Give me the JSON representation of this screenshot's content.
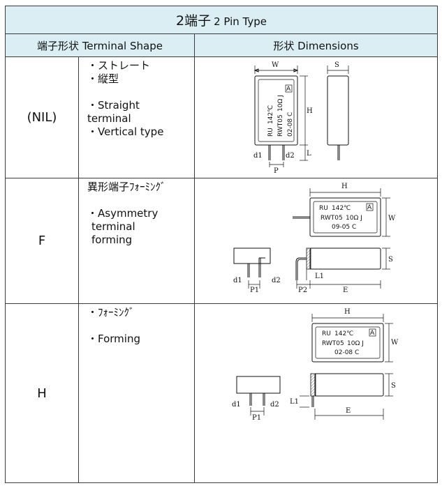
{
  "title": {
    "jp": "2端子",
    "en": "2 Pin Type"
  },
  "headers": {
    "terminal_shape": "端子形状 Terminal Shape",
    "dimensions": "形状 Dimensions"
  },
  "rows": [
    {
      "code": "(NIL)",
      "jp_lines": [
        "・ストレート",
        "・縦型"
      ],
      "en_lines": [
        "・Straight",
        "terminal",
        "・Vertical type"
      ],
      "dim_labels": {
        "w": "W",
        "s": "S",
        "h": "H",
        "l": "L",
        "d1": "d1",
        "d2": "d2",
        "p": "P"
      },
      "marking": {
        "temp": "142℃",
        "box": "A",
        "model": "RWT05",
        "value": "10Ω J",
        "date": "02-08 C"
      }
    },
    {
      "code": "F",
      "jp_lines": [
        "異形端子ﾌｫｰﾐﾝｸﾞ"
      ],
      "en_lines": [
        "・Asymmetry",
        " terminal",
        " forming"
      ],
      "dim_labels": {
        "h": "H",
        "w": "W",
        "s": "S",
        "l1": "L1",
        "e": "E",
        "d1": "d1",
        "d2": "d2",
        "p1": "P1",
        "p2": "P2"
      },
      "marking": {
        "temp": "142℃",
        "box": "A",
        "model": "RWT05",
        "value": "10Ω J",
        "date": "09-05 C"
      }
    },
    {
      "code": "H",
      "jp_lines": [
        "・ﾌｫｰﾐﾝｸﾞ"
      ],
      "en_lines": [
        "・Forming"
      ],
      "dim_labels": {
        "h": "H",
        "w": "W",
        "s": "S",
        "l1": "L1",
        "e": "E",
        "d1": "d1",
        "d2": "d2",
        "p1": "P1"
      },
      "marking": {
        "temp": "142℃",
        "box": "A",
        "model": "RWT05",
        "value": "10Ω J",
        "date": "02-08 C"
      }
    }
  ],
  "ul_mark": "RU"
}
